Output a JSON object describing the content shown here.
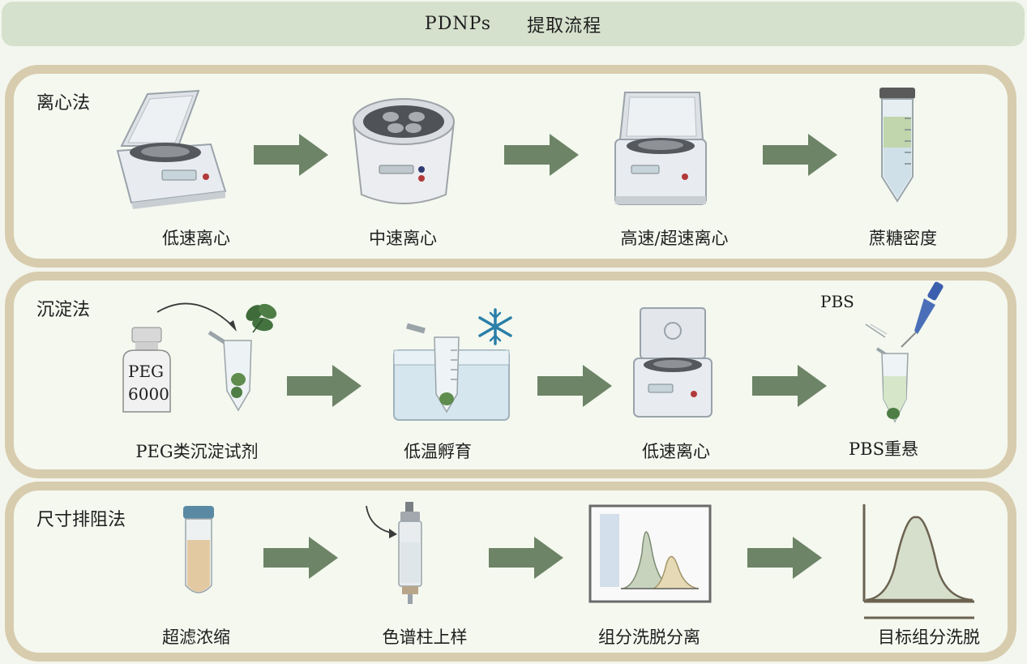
{
  "title": {
    "part1": "PDNPs",
    "part2": "提取流程"
  },
  "panels": [
    {
      "title": "离心法",
      "steps": [
        "低速离心",
        "中速离心",
        "高速/超速离心",
        "蔗糖密度"
      ]
    },
    {
      "title": "沉淀法",
      "steps": [
        "PEG类沉淀试剂",
        "低温孵育",
        "低速离心",
        "PBS重悬"
      ],
      "bottle_label_1": "PEG",
      "bottle_label_2": "6000",
      "pbs_label": "PBS"
    },
    {
      "title": "尺寸排阻法",
      "steps": [
        "超滤浓缩",
        "色谱柱上样",
        "组分洗脱分离",
        "目标组分洗脱"
      ]
    }
  ],
  "colors": {
    "arrow": "#6d8466",
    "panel_border": "#d8ccae",
    "title_bar": "#d6e1cd"
  }
}
